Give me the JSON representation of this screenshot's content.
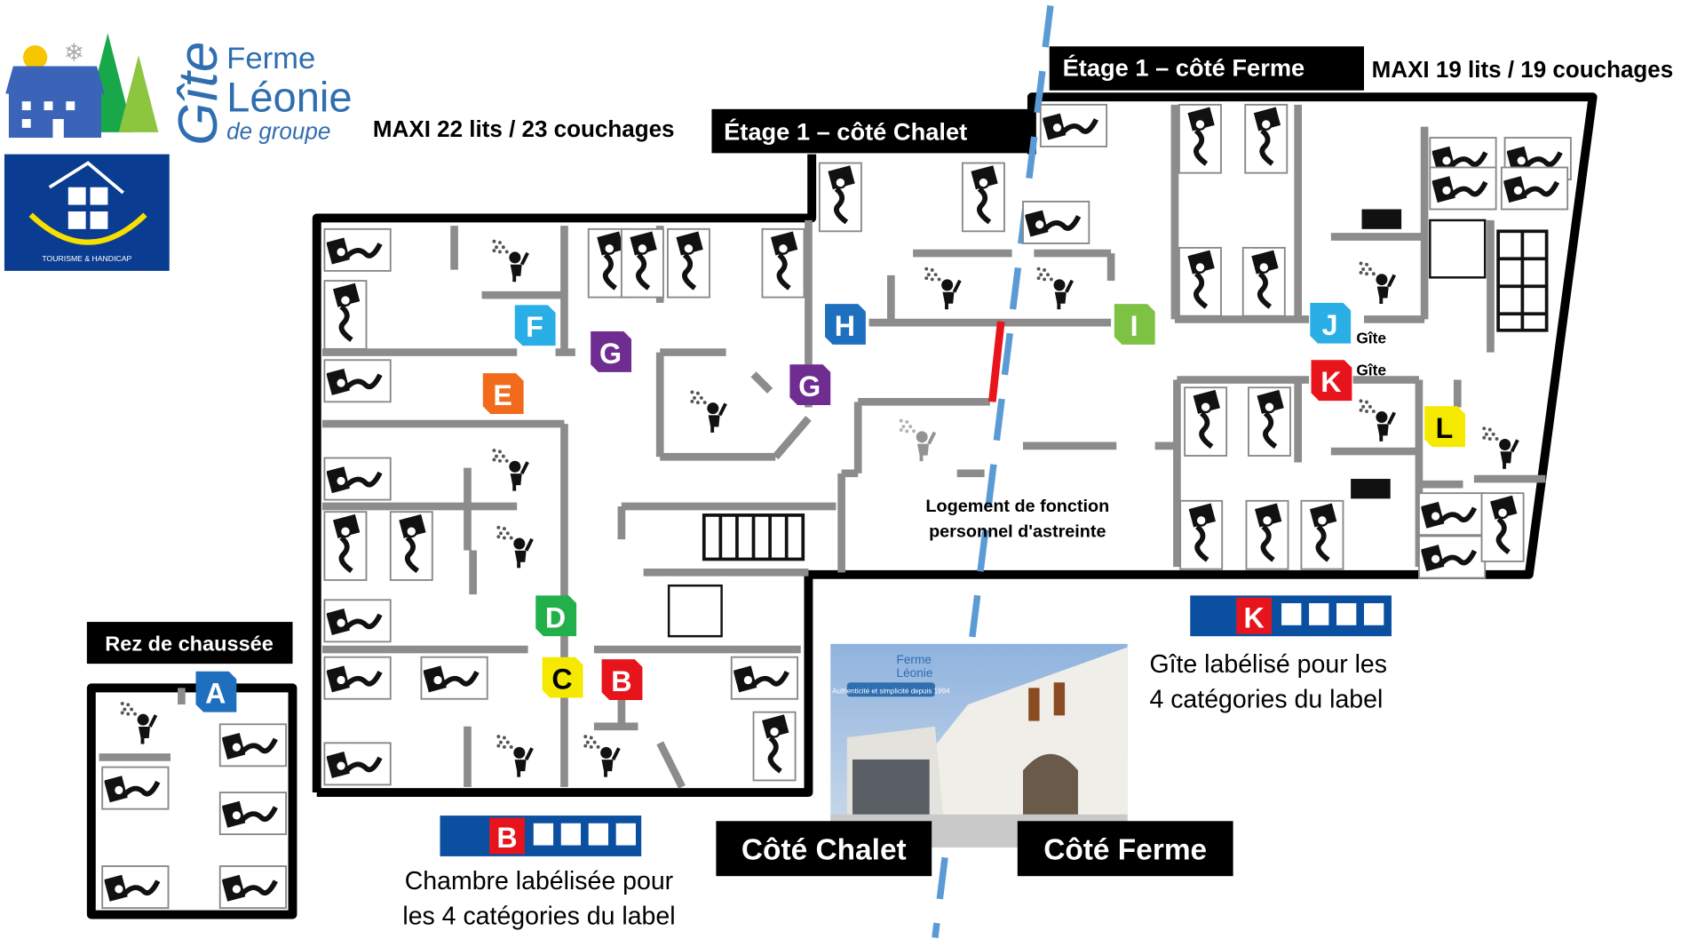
{
  "logo": {
    "word1": "Gîte",
    "word2": "Ferme",
    "word3": "Léonie",
    "word4": "de groupe",
    "handicap_logo_text": "TOURISME & HANDICAP"
  },
  "capacity_chalet": "MAXI 22 lits / 23 couchages",
  "capacity_ferme": "MAXI 19 lits / 19 couchages",
  "labels": {
    "etage_chalet": "Étage 1 – côté Chalet",
    "etage_ferme": "Étage 1 – côté Ferme",
    "rez": "Rez de chaussée",
    "cote_chalet": "Côté Chalet",
    "cote_ferme": "Côté Ferme",
    "logement_line1": "Logement de fonction",
    "logement_line2": "personnel d'astreinte",
    "gite_j": "Gîte",
    "gite_k": "Gîte"
  },
  "legend_room": {
    "letter": "B",
    "line1": "Chambre labélisée pour",
    "line2": "les 4 catégories du label"
  },
  "legend_gite": {
    "letter": "K",
    "line1": "Gîte labélisé pour les",
    "line2": "4 catégories du label"
  },
  "photo": {
    "banner": "Authenticité et simplicité depuis 1994"
  },
  "badges": [
    {
      "letter": "A",
      "color": "#1f6fbf"
    },
    {
      "letter": "B",
      "color": "#e8141c"
    },
    {
      "letter": "C",
      "color": "#f5e900"
    },
    {
      "letter": "D",
      "color": "#22b04b"
    },
    {
      "letter": "E",
      "color": "#f26a1b"
    },
    {
      "letter": "F",
      "color": "#29aee6"
    },
    {
      "letter": "G",
      "color": "#6f2c91"
    },
    {
      "letter": "G",
      "color": "#6f2c91"
    },
    {
      "letter": "H",
      "color": "#1f6fbf"
    },
    {
      "letter": "I",
      "color": "#7dc242"
    },
    {
      "letter": "J",
      "color": "#29aee6"
    },
    {
      "letter": "K",
      "color": "#e8141c"
    },
    {
      "letter": "L",
      "color": "#f5e900"
    }
  ],
  "colors": {
    "wall": "#000000",
    "inner_wall": "#8c8c8c",
    "divider": "#5b9bd5",
    "connection": "#e8141c",
    "label_blue": "#0a3d91"
  }
}
